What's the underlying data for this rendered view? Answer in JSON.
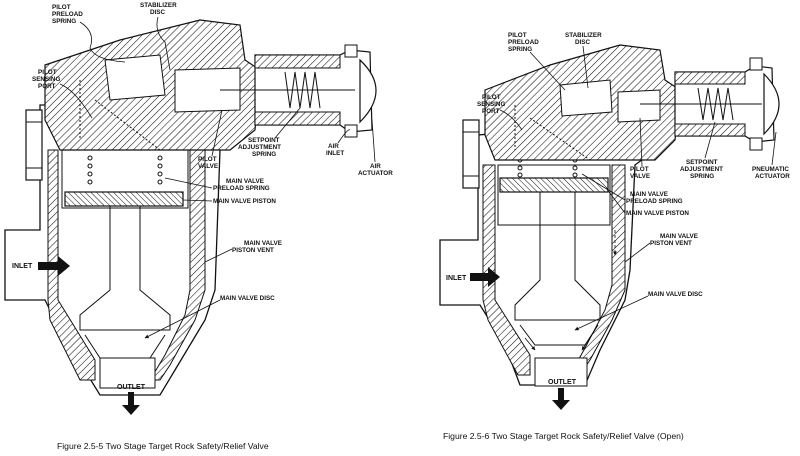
{
  "figures": [
    {
      "caption": "Figure 2.5-5 Two Stage Target Rock Safety/Relief Valve",
      "labels": {
        "pilot_preload_spring": [
          "PILOT",
          "PRELOAD",
          "SPRING"
        ],
        "stabilizer_disc": [
          "STABILIZER",
          "DISC"
        ],
        "pilot_sensing_port": [
          "PILOT",
          "SENSING",
          "PORT"
        ],
        "pilot_valve": [
          "PILOT",
          "VALVE"
        ],
        "setpoint_adjustment_spring": [
          "SETPOINT",
          "ADJUSTMENT",
          "SPRING"
        ],
        "air_inlet": [
          "AIR",
          "INLET"
        ],
        "air_actuator": [
          "AIR",
          "ACTUATOR"
        ],
        "main_valve_preload_spring": [
          "MAIN VALVE",
          "PRELOAD SPRING"
        ],
        "main_valve_piston": "MAIN VALVE PISTON",
        "main_valve_piston_vent": [
          "MAIN VALVE",
          "PISTON VENT"
        ],
        "main_valve_disc": "MAIN VALVE DISC",
        "inlet": "INLET",
        "outlet": "OUTLET"
      }
    },
    {
      "caption": "Figure 2.5-6 Two Stage Target Rock Safety/Relief Valve (Open)",
      "labels": {
        "pilot_preload_spring": [
          "PILOT",
          "PRELOAD",
          "SPRING"
        ],
        "stabilizer_disc": [
          "STABILIZER",
          "DISC"
        ],
        "pilot_sensing_port": [
          "PILOT",
          "SENSING",
          "PORT"
        ],
        "pilot_valve": [
          "PILOT",
          "VALVE"
        ],
        "setpoint_adjustment_spring": [
          "SETPOINT",
          "ADJUSTMENT",
          "SPRING"
        ],
        "pneumatic_actuator": [
          "PNEUMATIC",
          "ACTUATOR"
        ],
        "main_valve_preload_spring": [
          "MAIN VALVE",
          "PRELOAD SPRING"
        ],
        "main_valve_piston": "MAIN VALVE PISTON",
        "main_valve_piston_vent": [
          "MAIN VALVE",
          "PISTON VENT"
        ],
        "main_valve_disc": "MAIN VALVE DISC",
        "inlet": "INLET",
        "outlet": "OUTLET"
      }
    }
  ]
}
